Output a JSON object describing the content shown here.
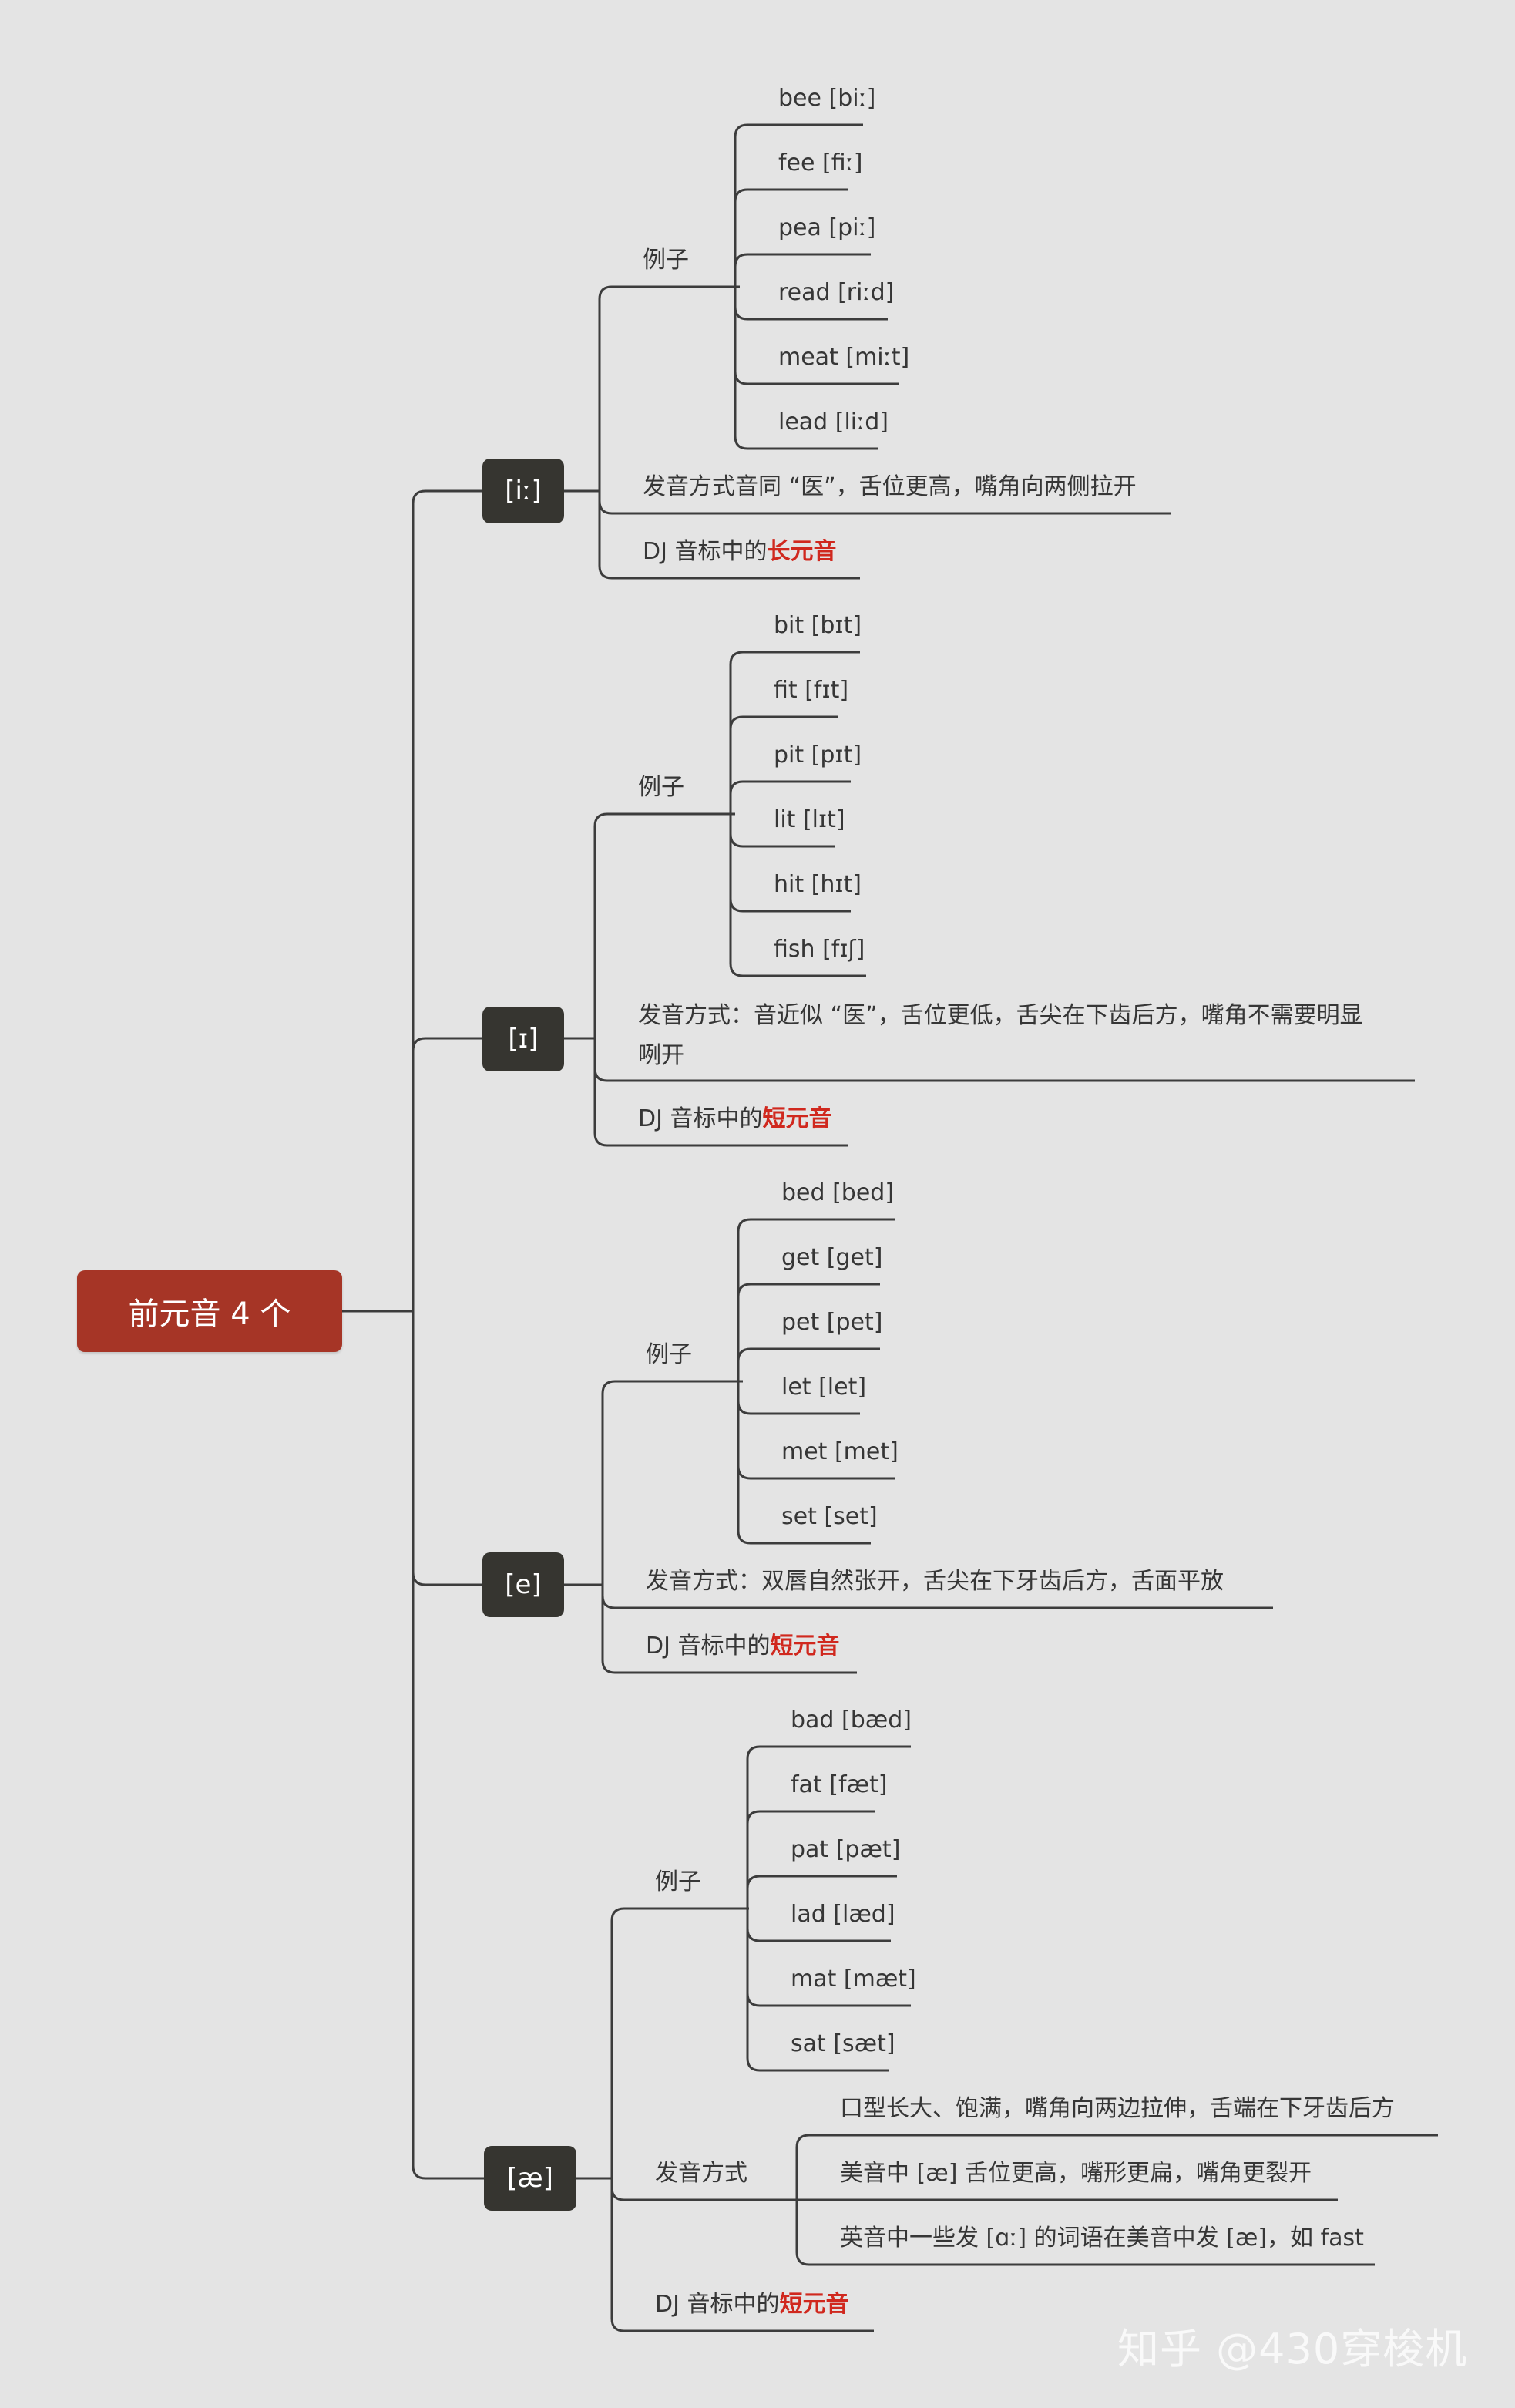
{
  "root": {
    "label": "前元音 4 个"
  },
  "groups": [
    {
      "phoneme": "[iː]",
      "examples_label": "例子",
      "examples": [
        "bee [biː]",
        "fee [fiː]",
        "pea [piː]",
        "read [riːd]",
        "meat [miːt]",
        "lead [liːd]"
      ],
      "method": "发音方式音同 “医”，舌位更高，嘴角向两侧拉开",
      "dj_prefix": "DJ 音标中的",
      "dj_highlight": "长元音"
    },
    {
      "phoneme": "[ɪ]",
      "examples_label": "例子",
      "examples": [
        "bit [bɪt]",
        "fit [fɪt]",
        "pit [pɪt]",
        "lit [lɪt]",
        "hit [hɪt]",
        "fish [fɪʃ]"
      ],
      "method_line1": "发音方式：音近似 “医”，舌位更低，舌尖在下齿后方，嘴角不需要明显",
      "method_line2": "咧开",
      "dj_prefix": "DJ 音标中的",
      "dj_highlight": "短元音"
    },
    {
      "phoneme": "[e]",
      "examples_label": "例子",
      "examples": [
        "bed [bed]",
        "get [get]",
        "pet [pet]",
        "let [let]",
        "met [met]",
        "set [set]"
      ],
      "method": "发音方式：双唇自然张开，舌尖在下牙齿后方，舌面平放",
      "dj_prefix": "DJ 音标中的",
      "dj_highlight": "短元音"
    },
    {
      "phoneme": "[æ]",
      "examples_label": "例子",
      "examples": [
        "bad [bæd]",
        "fat [fæt]",
        "pat [pæt]",
        "lad [læd]",
        "mat [mæt]",
        "sat [sæt]"
      ],
      "method_label": "发音方式",
      "method_items": [
        "口型长大、饱满，嘴角向两边拉伸，舌端在下牙齿后方",
        "美音中 [æ] 舌位更高，嘴形更扁，嘴角更裂开",
        "英音中一些发 [ɑː] 的词语在美音中发 [æ]，如 fast"
      ],
      "dj_prefix": "DJ 音标中的",
      "dj_highlight": "短元音"
    }
  ],
  "watermark": "知乎 @430穿梭机",
  "colors": {
    "background": "#e4e4e4",
    "root": "#a63526",
    "node": "#363530",
    "line": "#3a3a3a",
    "highlight": "#d0281e"
  }
}
